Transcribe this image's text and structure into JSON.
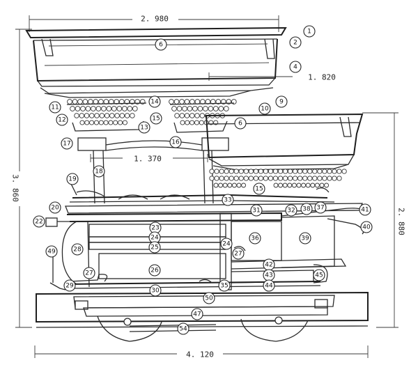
{
  "dimensions": {
    "top_width": "2. 980",
    "upper_right": "1. 820",
    "middle_span": "1. 370",
    "total_height": "3. 860",
    "right_height": "2. 880",
    "base_width": "4. 120"
  },
  "callouts": [
    "1",
    "2",
    "4",
    "6",
    "9",
    "10",
    "11",
    "12",
    "13",
    "14",
    "15",
    "16",
    "17",
    "18",
    "19",
    "20",
    "22",
    "23",
    "24",
    "25",
    "26",
    "27",
    "28",
    "29",
    "30",
    "31",
    "32",
    "33",
    "35",
    "36",
    "37",
    "38",
    "39",
    "40",
    "41",
    "42",
    "43",
    "44",
    "45",
    "47",
    "49",
    "50",
    "54"
  ]
}
